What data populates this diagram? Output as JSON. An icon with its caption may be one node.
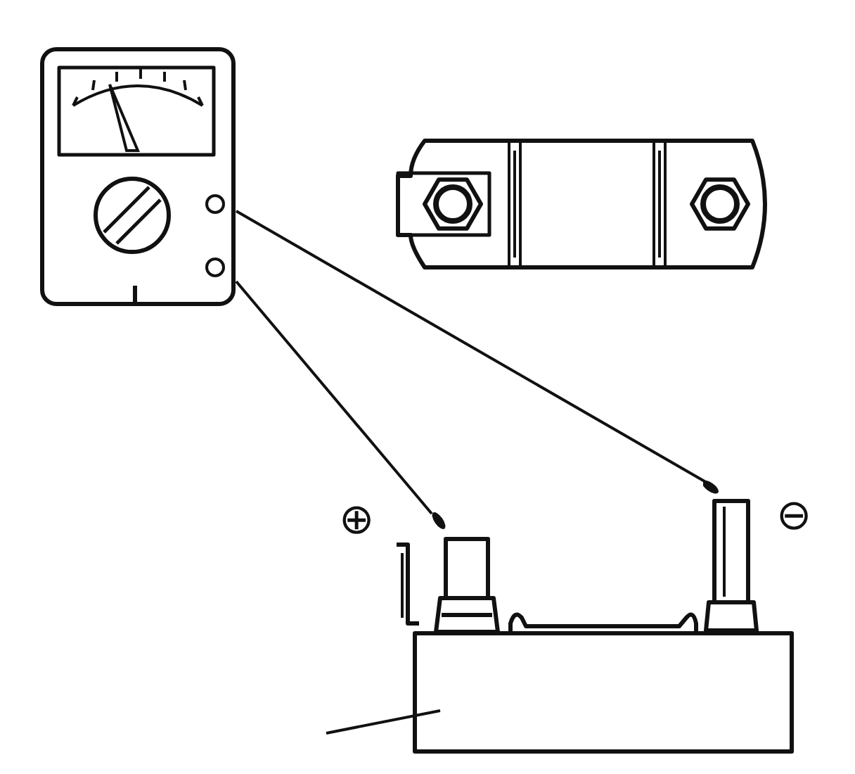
{
  "diagram": {
    "nodes": [
      {
        "text": [],
        "shape": "picture"
      },
      {
        "text": [],
        "shape": "picture"
      },
      {
        "text": [],
        "shape": "box"
      },
      {
        "text": [],
        "shape": "picture"
      },
      {
        "text": [],
        "shape": "picture"
      }
    ],
    "edges": [
      {
        "from": 0,
        "to": 3,
        "arrow": "none"
      },
      {
        "from": 0,
        "to": 4,
        "arrow": "none"
      },
      {
        "from": null,
        "to": 2,
        "arrow": "none"
      }
    ],
    "labels": [
      "⊕",
      "⊖"
    ]
  }
}
